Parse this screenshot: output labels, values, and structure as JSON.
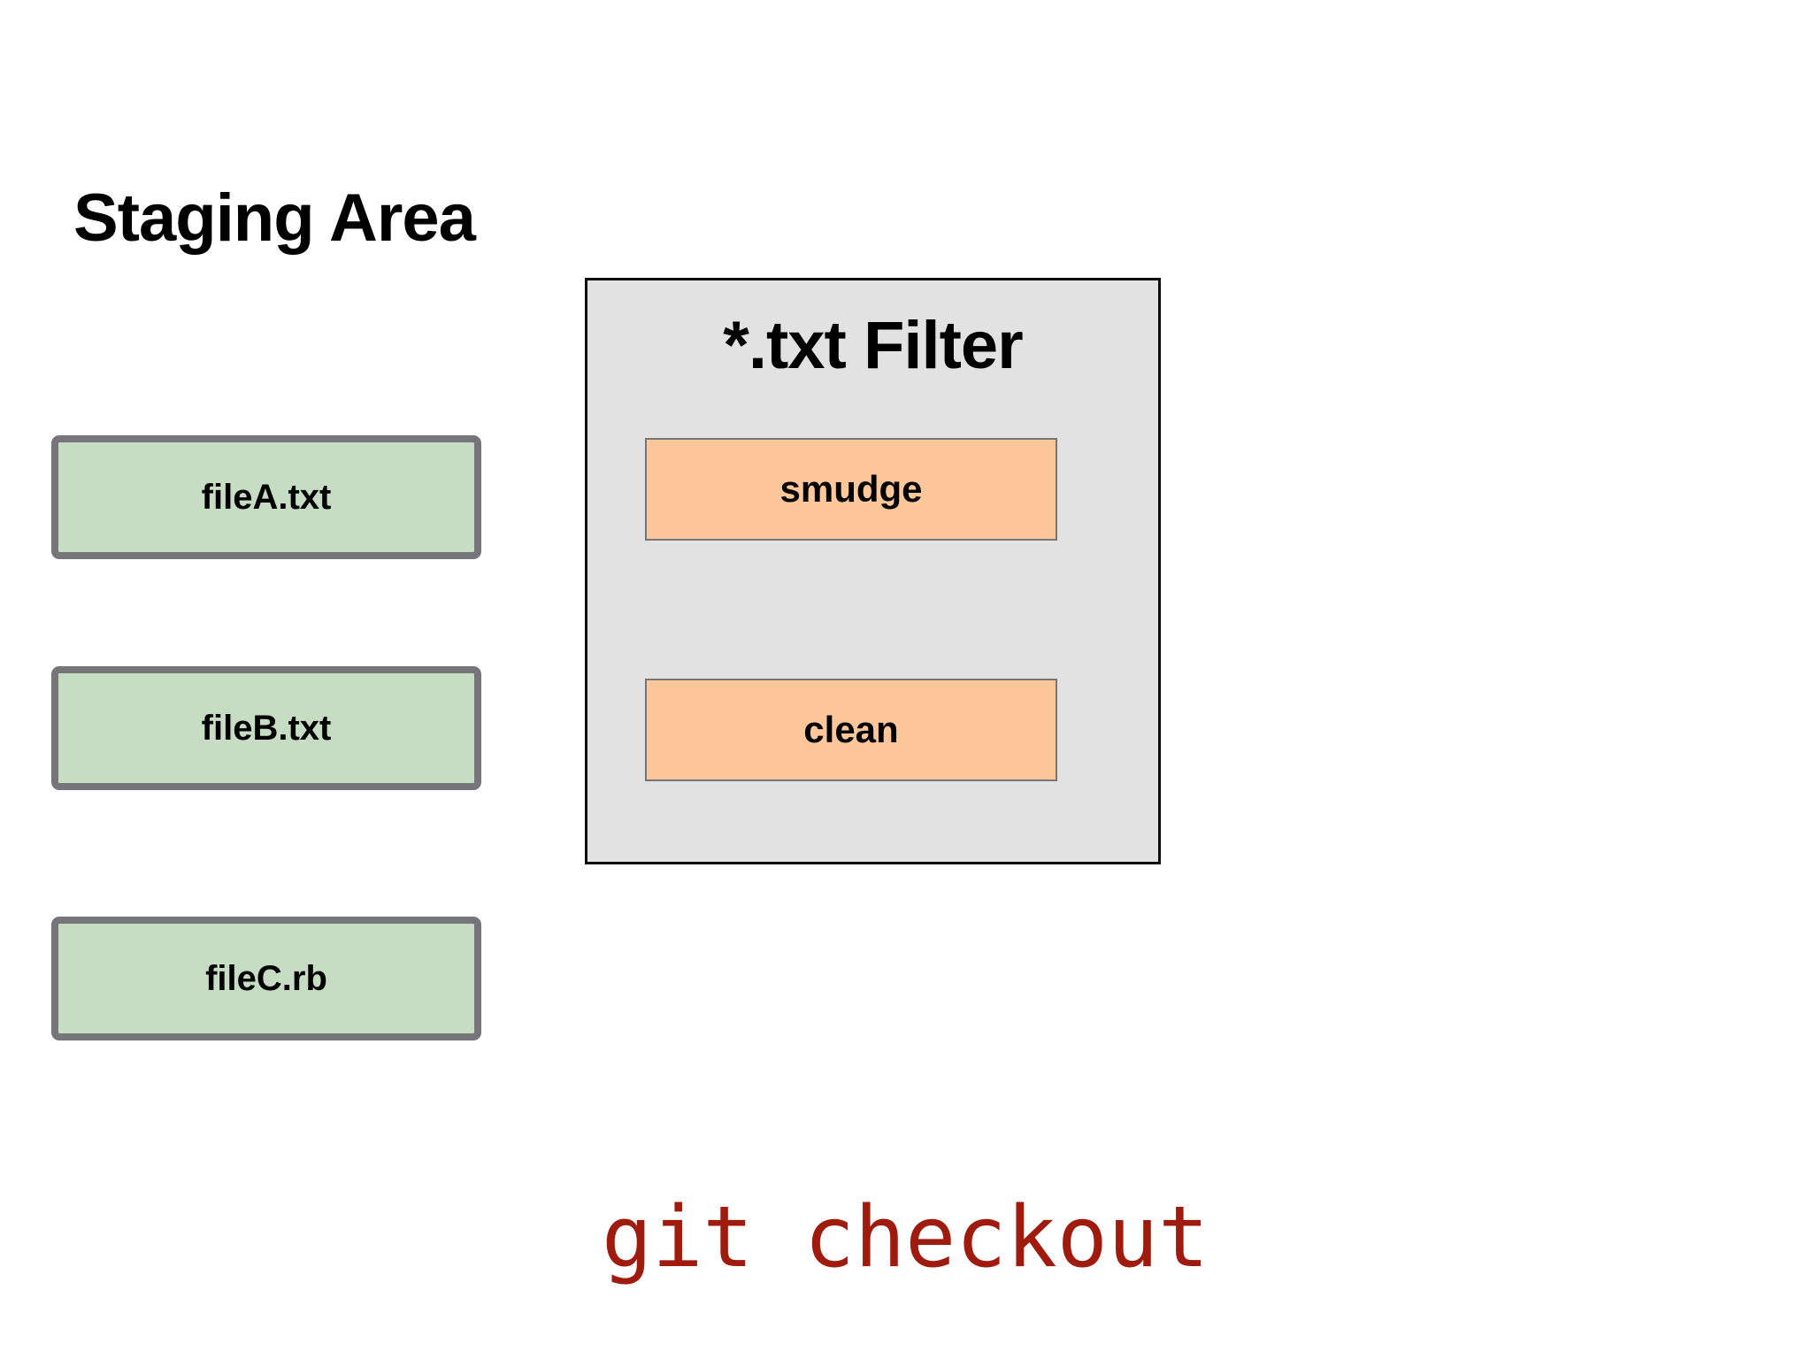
{
  "staging": {
    "title": "Staging Area",
    "files": [
      {
        "label": "fileA.txt"
      },
      {
        "label": "fileB.txt"
      },
      {
        "label": "fileC.rb"
      }
    ]
  },
  "filter": {
    "title": "*.txt Filter",
    "actions": [
      {
        "label": "smudge"
      },
      {
        "label": "clean"
      }
    ]
  },
  "command": {
    "text": "git checkout"
  },
  "colors": {
    "file_box_fill": "#c6ddc4",
    "file_box_border": "#76767a",
    "filter_panel_fill": "#e2e2e2",
    "filter_panel_border": "#0d0d0d",
    "action_box_fill": "#fec79a",
    "action_box_border": "#757575",
    "command_text": "#9e1b0e",
    "text": "#000000",
    "background": "#ffffff"
  }
}
